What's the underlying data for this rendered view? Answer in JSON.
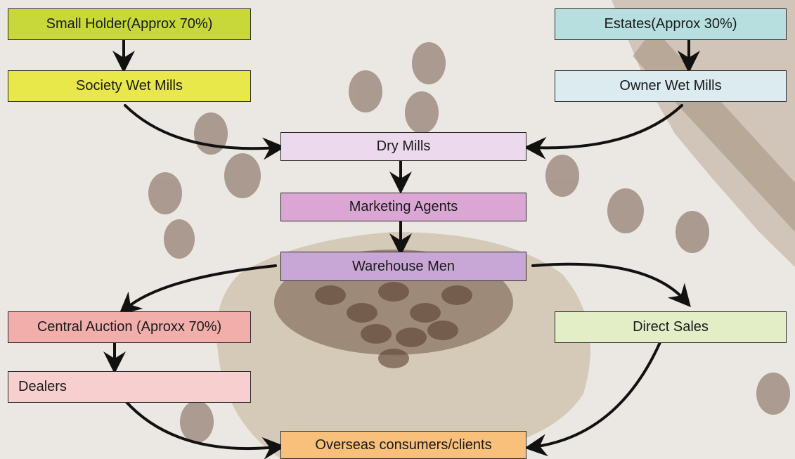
{
  "nodes": {
    "small_holder": {
      "label": "Small Holder(Approx 70%)",
      "color": "#c8d83a"
    },
    "society_wet_mills": {
      "label": "Society Wet Mills",
      "color": "#e9e84a"
    },
    "estates": {
      "label": "Estates(Approx 30%)",
      "color": "#b7dfe0"
    },
    "owner_wet_mills": {
      "label": "Owner Wet Mills",
      "color": "#dcebf0"
    },
    "dry_mills": {
      "label": "Dry Mills",
      "color": "#ecd9ee"
    },
    "marketing_agents": {
      "label": "Marketing Agents",
      "color": "#dba6d4"
    },
    "warehouse_men": {
      "label": "Warehouse Men",
      "color": "#c8a6d6"
    },
    "central_auction": {
      "label": "Central Auction (Aproxx 70%)",
      "color": "#f2aeaa"
    },
    "dealers": {
      "label": "Dealers",
      "color": "#f7cfcf"
    },
    "direct_sales": {
      "label": "Direct Sales",
      "color": "#e3eec7"
    },
    "overseas": {
      "label": "Overseas consumers/clients",
      "color": "#f9c07c"
    }
  },
  "edges": [
    [
      "small_holder",
      "society_wet_mills"
    ],
    [
      "estates",
      "owner_wet_mills"
    ],
    [
      "society_wet_mills",
      "dry_mills"
    ],
    [
      "owner_wet_mills",
      "dry_mills"
    ],
    [
      "dry_mills",
      "marketing_agents"
    ],
    [
      "marketing_agents",
      "warehouse_men"
    ],
    [
      "warehouse_men",
      "central_auction"
    ],
    [
      "warehouse_men",
      "direct_sales"
    ],
    [
      "central_auction",
      "dealers"
    ],
    [
      "dealers",
      "overseas"
    ],
    [
      "direct_sales",
      "overseas"
    ]
  ]
}
